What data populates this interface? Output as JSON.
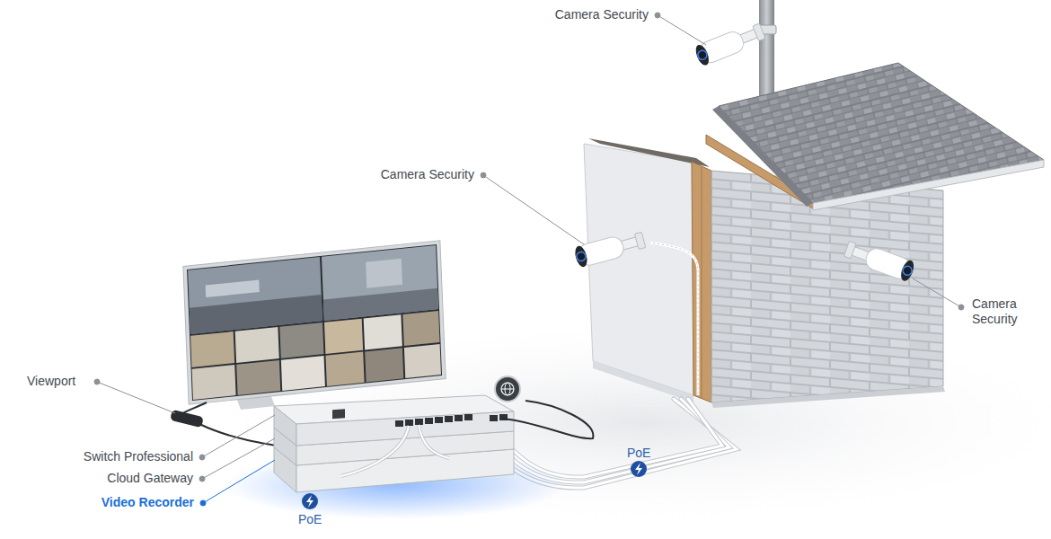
{
  "diagram": {
    "labels": [
      "Camera Security",
      "Camera Security",
      "Camera Security",
      "Viewport",
      "Switch Professional",
      "Cloud Gateway",
      "Video Recorder",
      "PoE",
      "PoE"
    ]
  }
}
